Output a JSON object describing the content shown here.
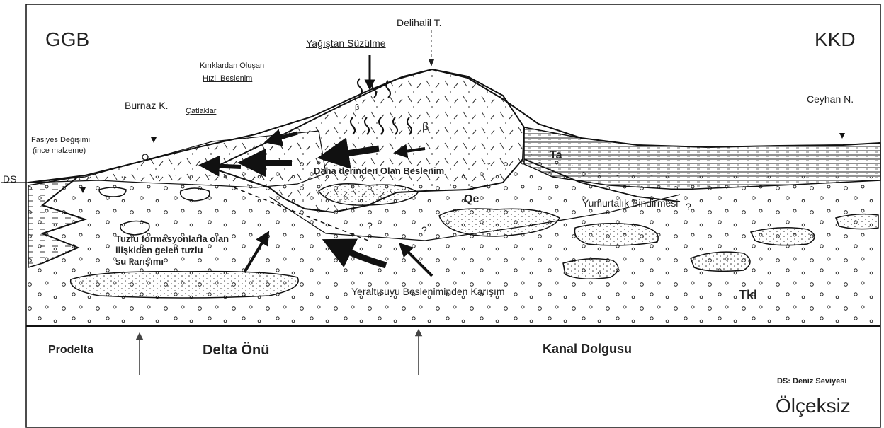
{
  "orientation": {
    "left": "GGB",
    "right": "KKD"
  },
  "sea_level_tick": "DS",
  "labels": {
    "delihalil": "Delihalil T.",
    "yagistan": "Yağıştan Süzülme",
    "kiriklardan_1": "Kırıklardan Oluşan",
    "kiriklardan_2": "Hızlı  Beslenim",
    "burnaz": "Burnaz K.",
    "catlaklar": "Çatlaklar",
    "fasiyes_1": "Fasiyes Değişimi",
    "fasiyes_2": "(ince malzeme)",
    "ceyhan": "Ceyhan N.",
    "ta": "Ta",
    "qe": "Qe",
    "tkl": "Tkl",
    "beta1": "β",
    "beta2": "β",
    "daha_derinden": "Daha derinden Olan  Beslenim",
    "yumurtalik": "Yumurtalık Bindirmesi",
    "tuzlu_1": "Tuzlu formasyonlarla olan",
    "tuzlu_2": "ilişkiden gelen tuzlu",
    "tuzlu_3": "su karışımı",
    "yeralti": "Yeraltısuyu Besleniminden Karışım",
    "q1": "?",
    "q2": "?",
    "q3": "?"
  },
  "zones": {
    "prodelta": "Prodelta",
    "delta_onu": "Delta Önü",
    "kanal": "Kanal Dolgusu"
  },
  "legend": {
    "ds_note": "DS: Deniz Seviyesi",
    "scale": "Ölçeksiz"
  }
}
